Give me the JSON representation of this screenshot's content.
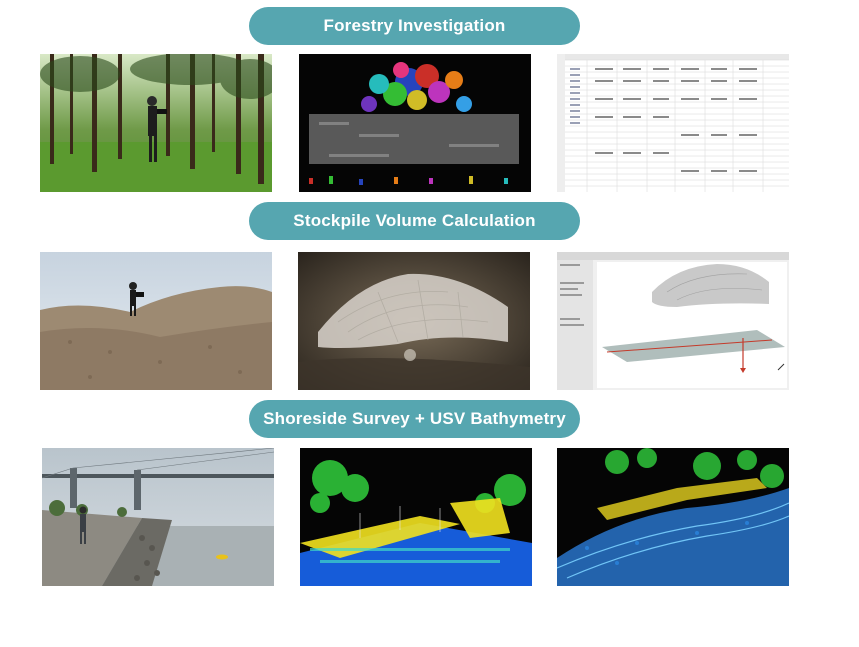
{
  "sections": [
    {
      "title": "Forestry Investigation"
    },
    {
      "title": "Stockpile Volume Calculation"
    },
    {
      "title": "Shoreside Survey + USV Bathymetry"
    }
  ],
  "colors": {
    "pill_background": "#56a6b0",
    "pill_text": "#ffffff"
  },
  "images": [
    {
      "icon": "forest-photo"
    },
    {
      "icon": "point-cloud-trees"
    },
    {
      "icon": "spreadsheet-screenshot"
    },
    {
      "icon": "stockpile-photo"
    },
    {
      "icon": "stockpile-mesh"
    },
    {
      "icon": "volume-software-screenshot"
    },
    {
      "icon": "shoreline-photo"
    },
    {
      "icon": "shore-point-cloud"
    },
    {
      "icon": "bathymetry-point-cloud"
    }
  ]
}
